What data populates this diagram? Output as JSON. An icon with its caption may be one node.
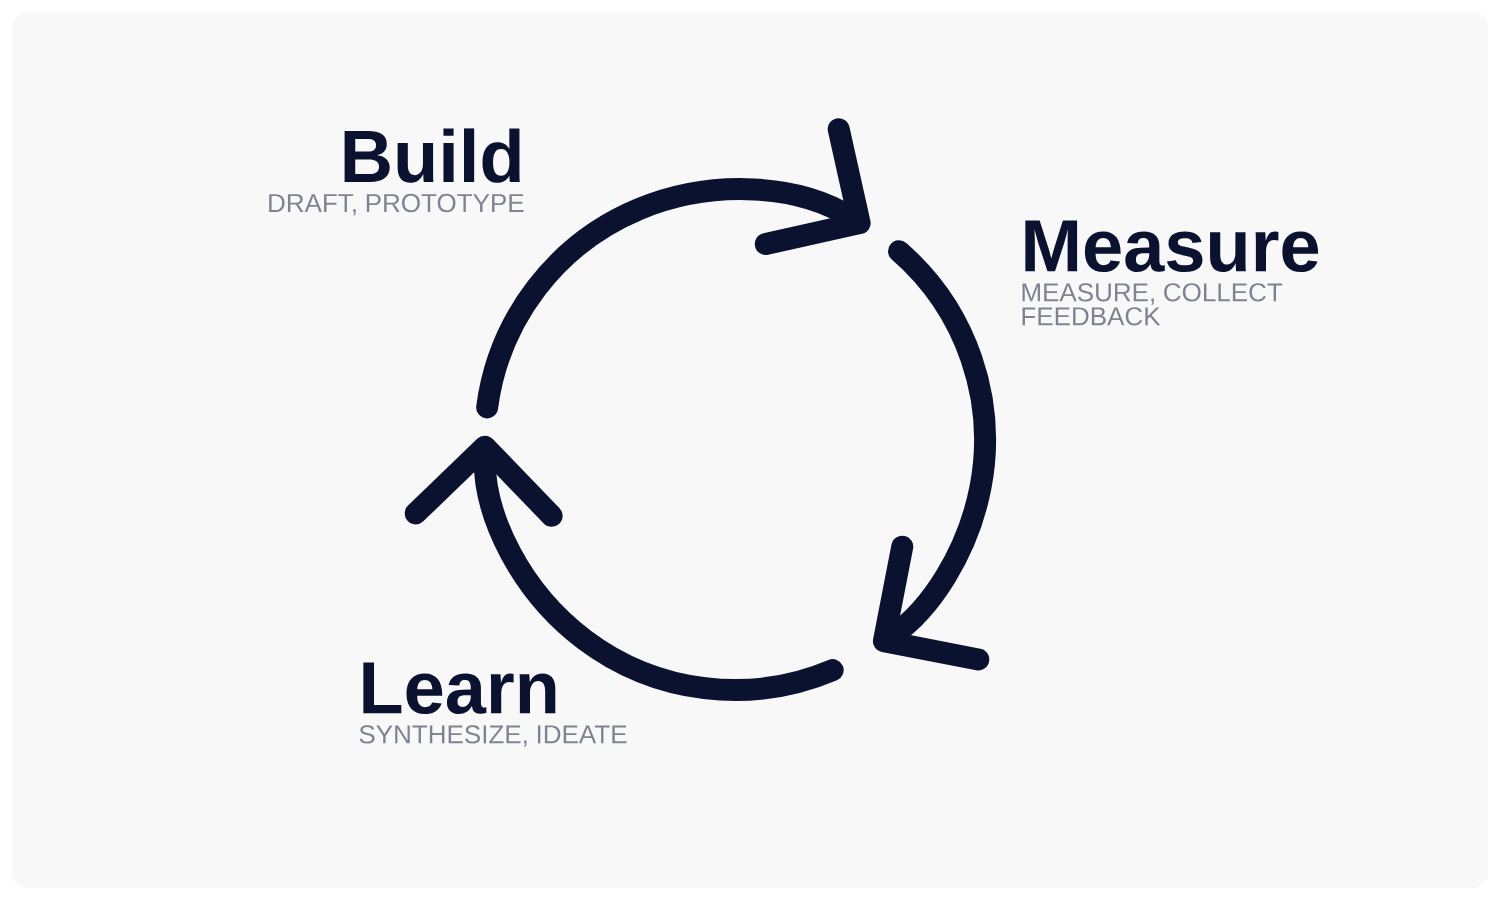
{
  "diagram": {
    "nodes": [
      {
        "text": [
          "Build",
          "DRAFT, PROTOTYPE"
        ]
      },
      {
        "text": [
          "Measure",
          "MEASURE, COLLECT FEEDBACK"
        ]
      },
      {
        "text": [
          "Learn",
          "SYNTHESIZE, IDEATE"
        ]
      }
    ]
  }
}
